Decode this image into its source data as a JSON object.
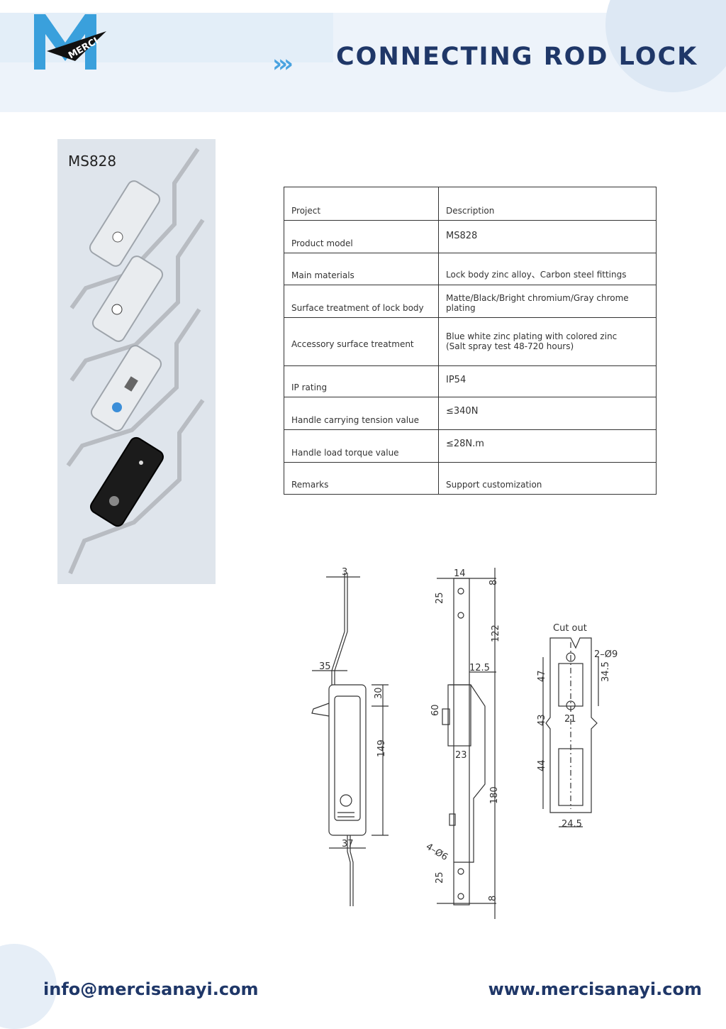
{
  "brand": {
    "logo_text": "MERCI"
  },
  "header": {
    "chevrons": "›››",
    "title": "CONNECTING ROD LOCK"
  },
  "product": {
    "model_label": "MS828"
  },
  "spec_table": {
    "rows": [
      {
        "label": "Project",
        "value": "Description"
      },
      {
        "label": "Product model",
        "value": "MS828"
      },
      {
        "label": "Main materials",
        "value": "Lock body zinc alloy、Carbon steel fittings"
      },
      {
        "label": "Surface treatment of lock body",
        "value": "Matte/Black/Bright chromium/Gray chrome plating"
      },
      {
        "label": "Accessory surface treatment",
        "value": "Blue white zinc plating with colored zinc",
        "value2": "(Salt spray test 48-720 hours)"
      },
      {
        "label": "IP rating",
        "value": "IP54"
      },
      {
        "label": "Handle carrying tension value",
        "value": "≤340N"
      },
      {
        "label": "Handle load torque value",
        "value": "≤28N.m"
      },
      {
        "label": "Remarks",
        "value": "Support customization"
      }
    ]
  },
  "drawing": {
    "dims": {
      "d3": "3",
      "d35": "35",
      "d30": "30",
      "d149": "149",
      "d37": "37",
      "d14": "14",
      "d8a": "8",
      "d25a": "25",
      "d122": "122",
      "d12_5": "12.5",
      "d60": "60",
      "d23": "23",
      "d180": "180",
      "d4phi6": "4–Ø6",
      "d25b": "25",
      "d8b": "8",
      "cutout": "Cut out",
      "d2phi9": "2–Ø9",
      "d47": "47",
      "d34_5": "34.5",
      "d21": "21",
      "d43": "43",
      "d44": "44",
      "d24_5": "24.5"
    }
  },
  "footer": {
    "email": "info@mercisanayi.com",
    "website": "www.mercisanayi.com"
  },
  "colors": {
    "title": "#1f3768",
    "accent": "#4aa3e0",
    "header_bg": "#edf3fa"
  }
}
